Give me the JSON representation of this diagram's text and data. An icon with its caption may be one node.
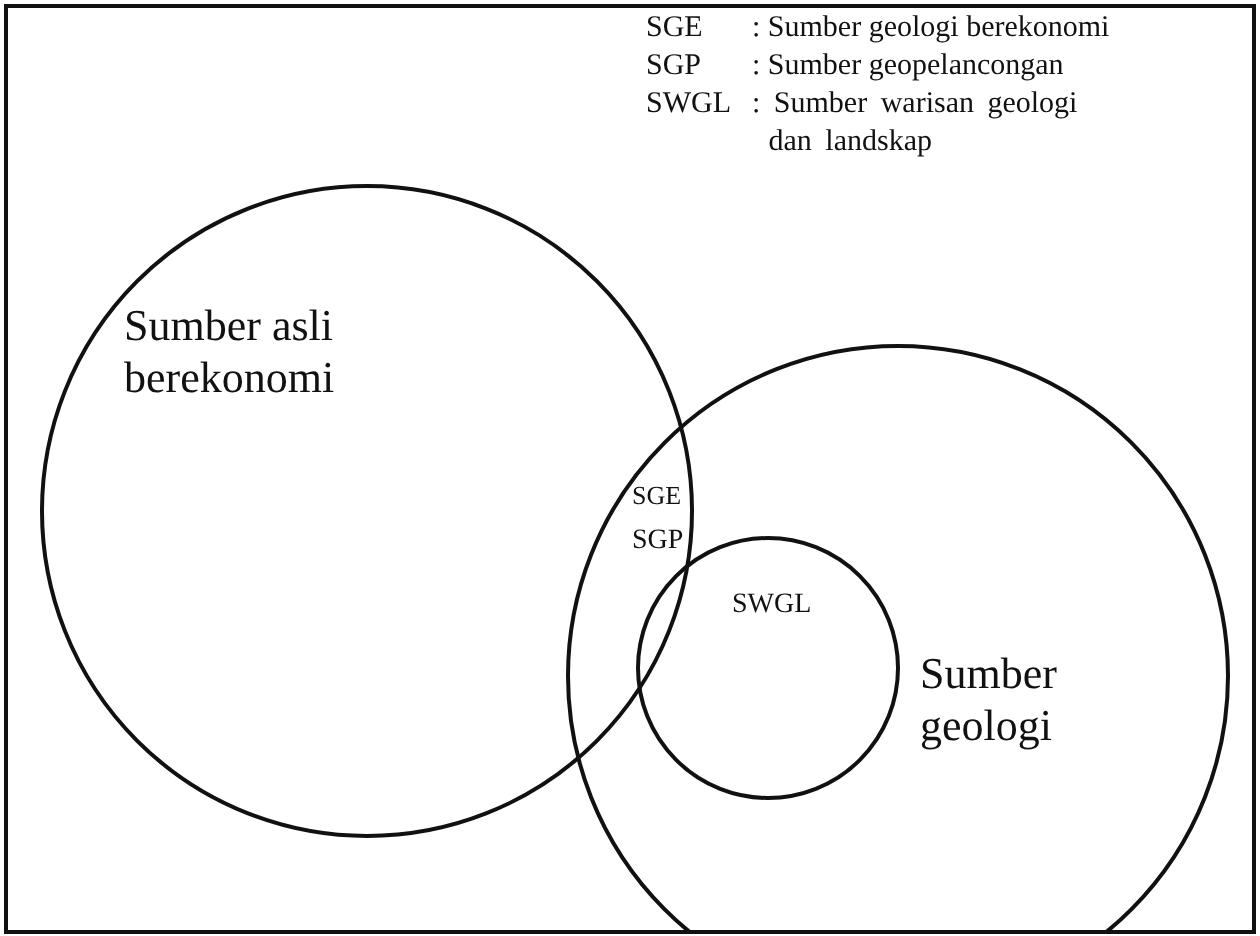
{
  "diagram": {
    "nodes": [
      {
        "text": [
          "Sumber asli berekonomi"
        ]
      },
      {
        "text": [
          "Sumber geologi"
        ]
      },
      {
        "text": [
          "SWGL"
        ],
        "in": 1
      }
    ],
    "edges": [],
    "labels": [
      "SGE",
      ": Sumber geologi berekonomi",
      "SGP",
      ": Sumber geopelancongan",
      "SWGL",
      ": Sumber warisan geologi dan landskap",
      "SGE",
      "SGP"
    ]
  }
}
